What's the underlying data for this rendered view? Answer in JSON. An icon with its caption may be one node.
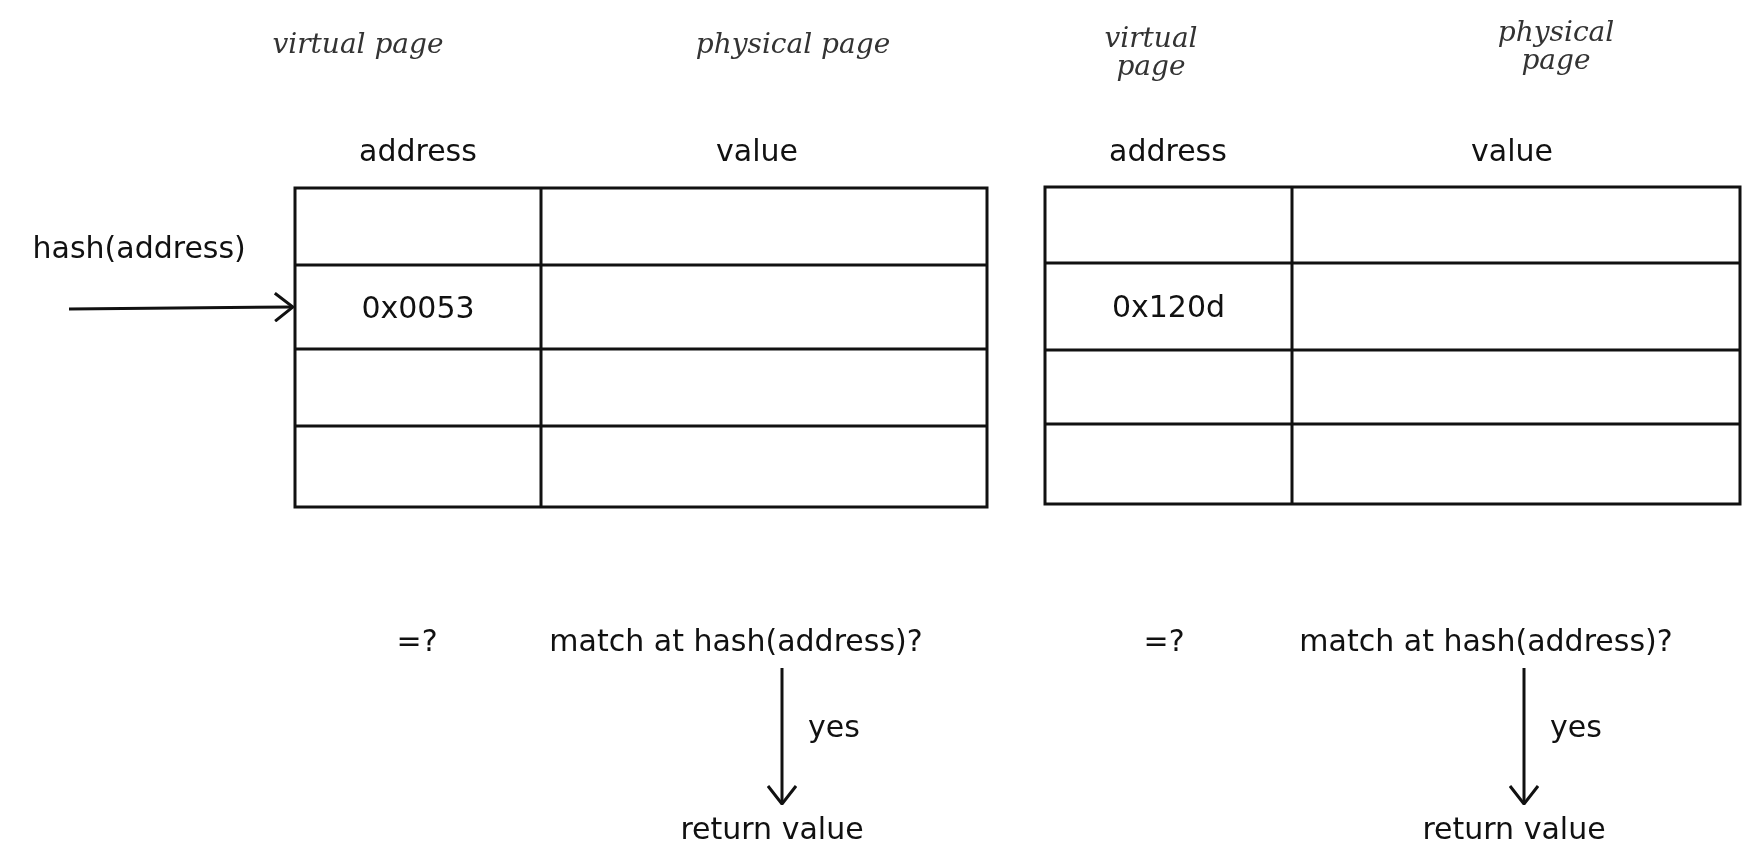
{
  "diagram": {
    "nodes": [
      {
        "text": [
          "0x0053"
        ]
      },
      {
        "text": [
          "0x120d"
        ]
      },
      {
        "text": [
          "match at hash(address)?"
        ]
      },
      {
        "text": [
          "return value"
        ]
      },
      {
        "text": [
          "match at hash(address)?"
        ]
      },
      {
        "text": [
          "return value"
        ]
      }
    ],
    "edges": [
      {
        "from": null,
        "to": 0,
        "arrow": "to"
      },
      {
        "from": 2,
        "to": 3,
        "label": "yes",
        "arrow": "to"
      },
      {
        "from": 4,
        "to": 5,
        "label": "yes",
        "arrow": "to"
      }
    ],
    "labels": [
      "virtual page",
      "physical page",
      "virtual page",
      "physical page",
      "address",
      "value",
      "address",
      "value",
      "hash(address)",
      "=?",
      "=?"
    ]
  }
}
